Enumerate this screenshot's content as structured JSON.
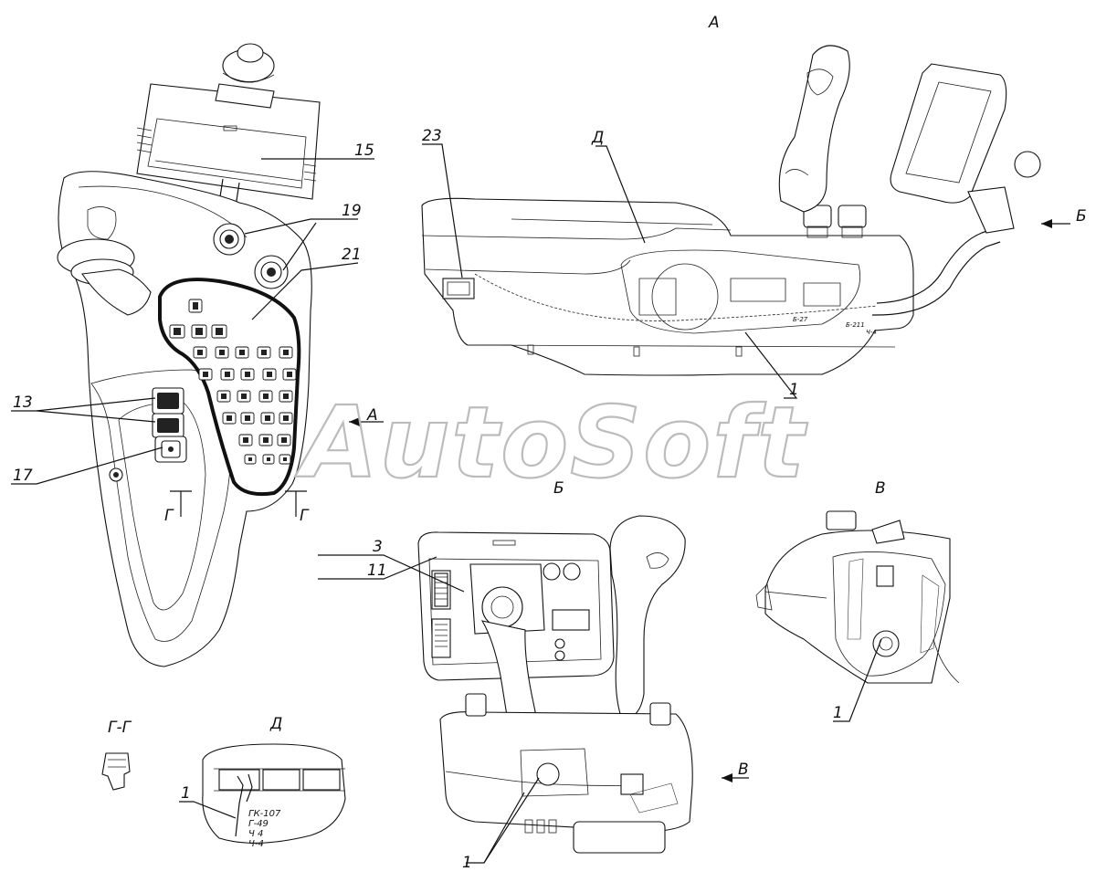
{
  "watermark": "AutoSoft",
  "view_titles": {
    "view_a": "А",
    "view_b": "Б",
    "view_v": "В",
    "view_d": "Д",
    "section_g": "Г-Г"
  },
  "section_marks": {
    "g_left": "Г",
    "g_right": "Г",
    "arrow_a": "А",
    "arrow_b": "Б",
    "arrow_v": "В",
    "detail_d": "Д"
  },
  "callouts": {
    "c15": "15",
    "c19": "19",
    "c21": "21",
    "c13": "13",
    "c17": "17",
    "c23": "23",
    "c1_a": "1",
    "c3": "3",
    "c11": "11",
    "c1_b": "1",
    "c1_v": "1",
    "c1_d": "1"
  },
  "wire_labels_d": [
    "ГК-107",
    "Г-49",
    "Ч 4",
    "Ч-4"
  ],
  "wire_labels_a": [
    "Б-211",
    "Б-27",
    "Ч-4"
  ]
}
